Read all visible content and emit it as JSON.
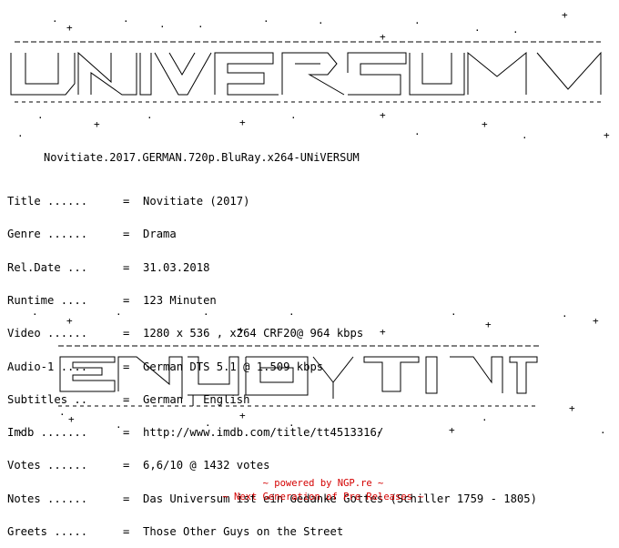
{
  "banner_text": "UNiVERSUM",
  "release_name": "Novitiate.2017.GERMAN.720p.BluRay.x264-UNiVERSUM",
  "info": [
    {
      "label": "Title ......",
      "value": "Novitiate (2017)"
    },
    {
      "label": "Genre ......",
      "value": "Drama"
    },
    {
      "label": "Rel.Date ...",
      "value": "31.03.2018"
    },
    {
      "label": "Runtime ....",
      "value": "123 Minuten"
    },
    {
      "label": "Video ......",
      "value": "1280 x 536 , x264 CRF20@ 964 kbps"
    },
    {
      "label": "Audio-1 ....",
      "value": "German DTS 5.1 @ 1.509 kbps"
    },
    {
      "label": "Subtitles ..",
      "value": "German | English"
    },
    {
      "label": "Imdb .......",
      "value": "http://www.imdb.com/title/tt4513316/"
    },
    {
      "label": "Votes ......",
      "value": "6,6/10 @ 1432 votes"
    },
    {
      "label": "Notes ......",
      "value": "Das Universum ist ein Gedanke Gottes (Schiller 1759 - 1805)"
    },
    {
      "label": "Greets .....",
      "value": "Those Other Guys on the Street"
    }
  ],
  "separator": "=",
  "enjoy_text": "ENJOY IT",
  "footer": {
    "line1": "~ powered by NGP.re ~",
    "line2": "~ Next Generation of Pre Releases ~"
  },
  "colors": {
    "background": "#ffffff",
    "text": "#000000",
    "footer": "#d40000"
  }
}
